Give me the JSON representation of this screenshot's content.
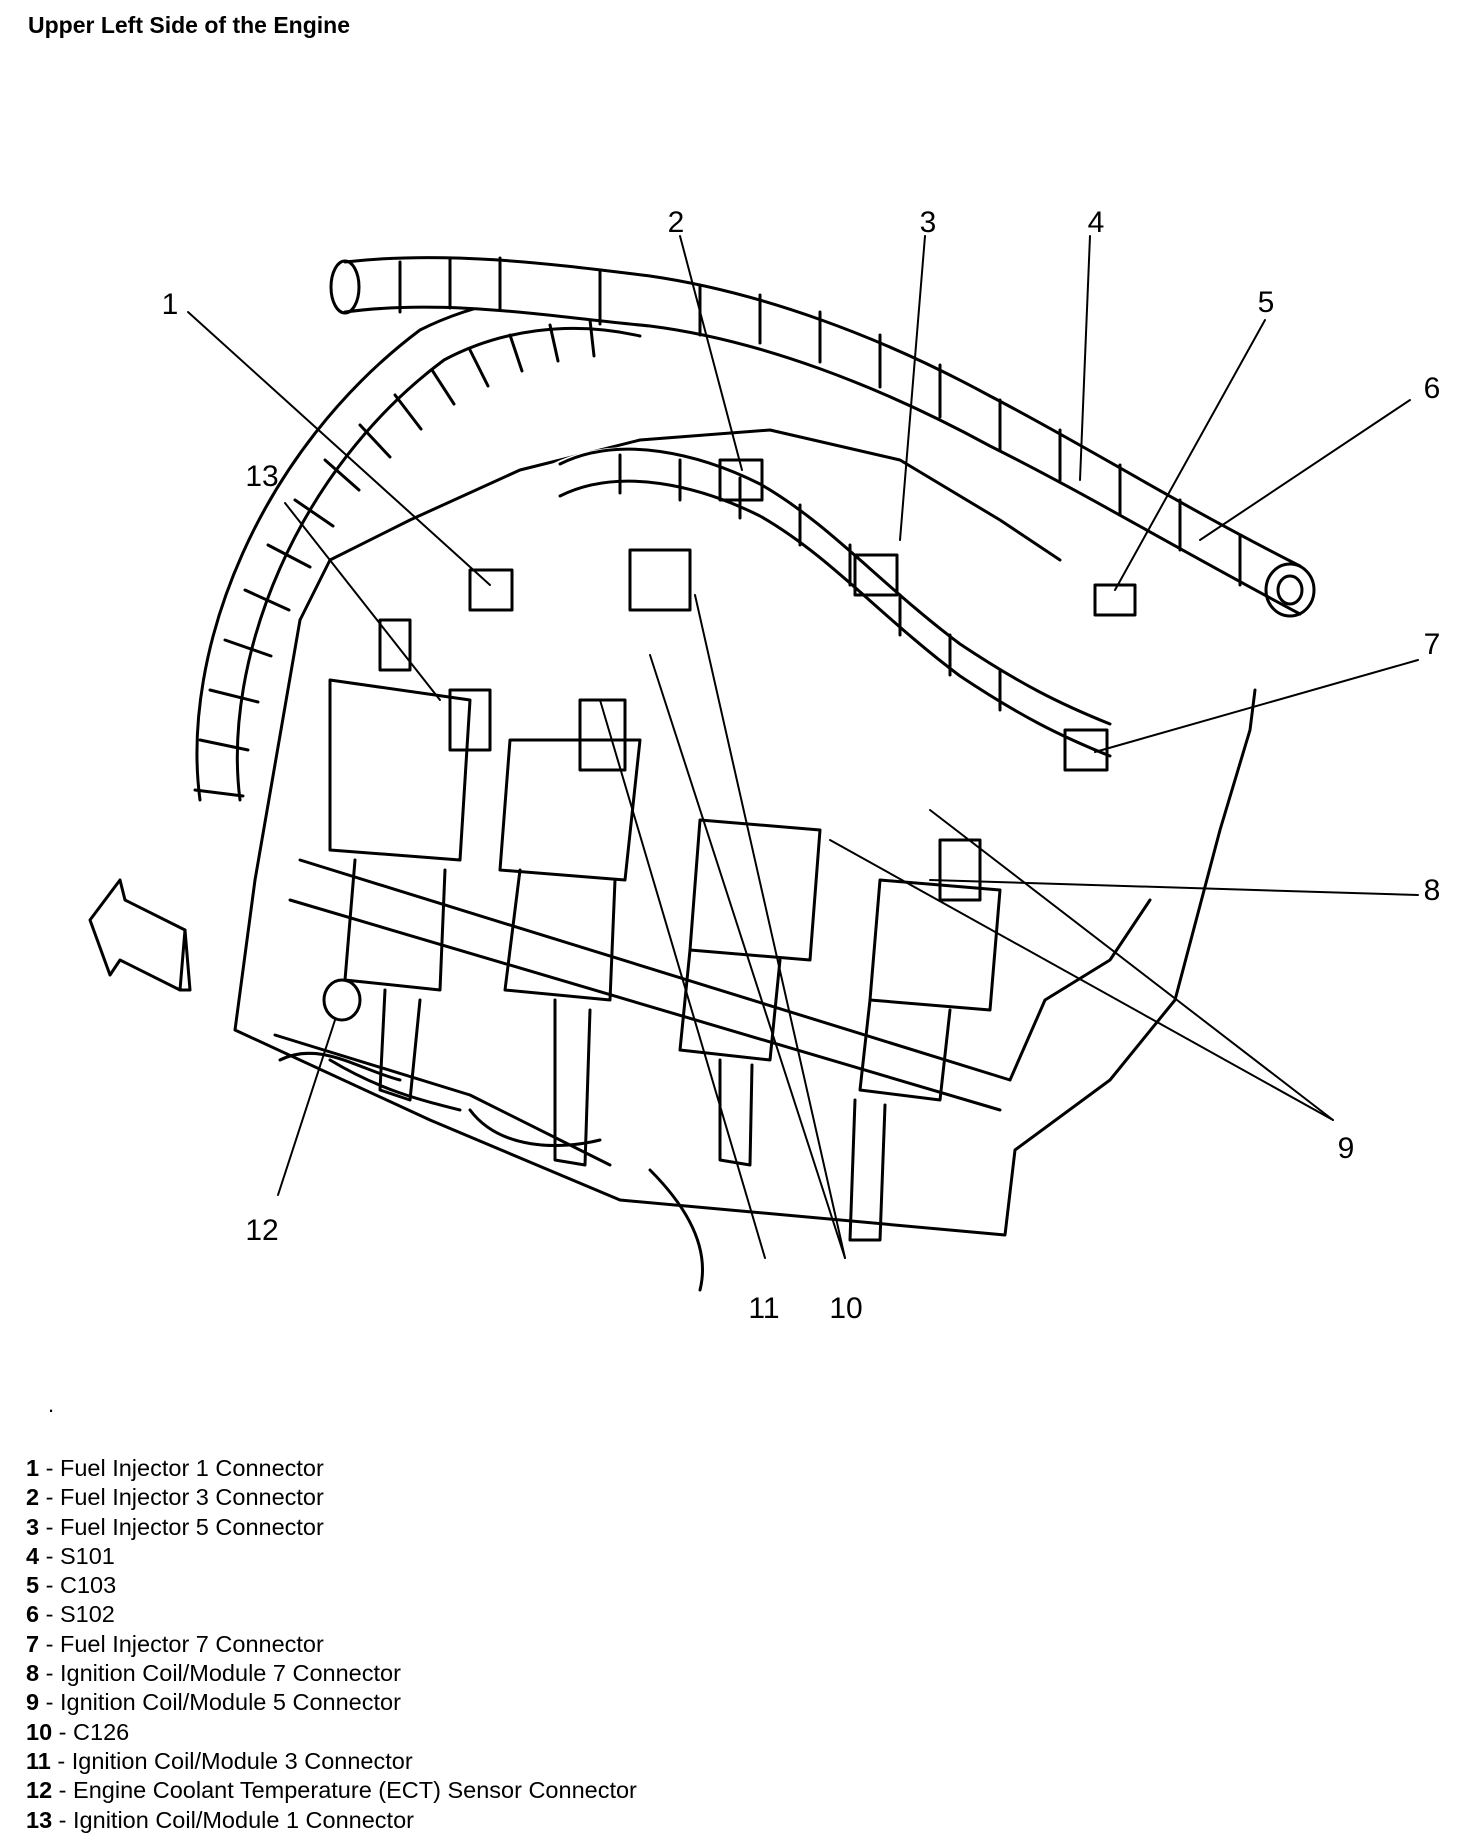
{
  "title": "Upper Left Side of the Engine",
  "stray_mark": ".",
  "callouts": [
    "1",
    "2",
    "3",
    "4",
    "5",
    "6",
    "7",
    "8",
    "9",
    "10",
    "11",
    "12",
    "13"
  ],
  "separator": " - ",
  "legend": [
    {
      "num": "1",
      "text": "Fuel Injector 1 Connector"
    },
    {
      "num": "2",
      "text": "Fuel Injector 3 Connector"
    },
    {
      "num": "3",
      "text": "Fuel Injector 5 Connector"
    },
    {
      "num": "4",
      "text": "S101"
    },
    {
      "num": "5",
      "text": "C103"
    },
    {
      "num": "6",
      "text": "S102"
    },
    {
      "num": "7",
      "text": "Fuel Injector 7 Connector"
    },
    {
      "num": "8",
      "text": "Ignition Coil/Module 7 Connector"
    },
    {
      "num": "9",
      "text": "Ignition Coil/Module 5 Connector"
    },
    {
      "num": "10",
      "text": "C126"
    },
    {
      "num": "11",
      "text": "Ignition Coil/Module 3 Connector"
    },
    {
      "num": "12",
      "text": "Engine Coolant Temperature (ECT) Sensor Connector"
    },
    {
      "num": "13",
      "text": "Ignition Coil/Module 1 Connector"
    }
  ],
  "colors": {
    "ink": "#000000",
    "paper": "#ffffff"
  }
}
